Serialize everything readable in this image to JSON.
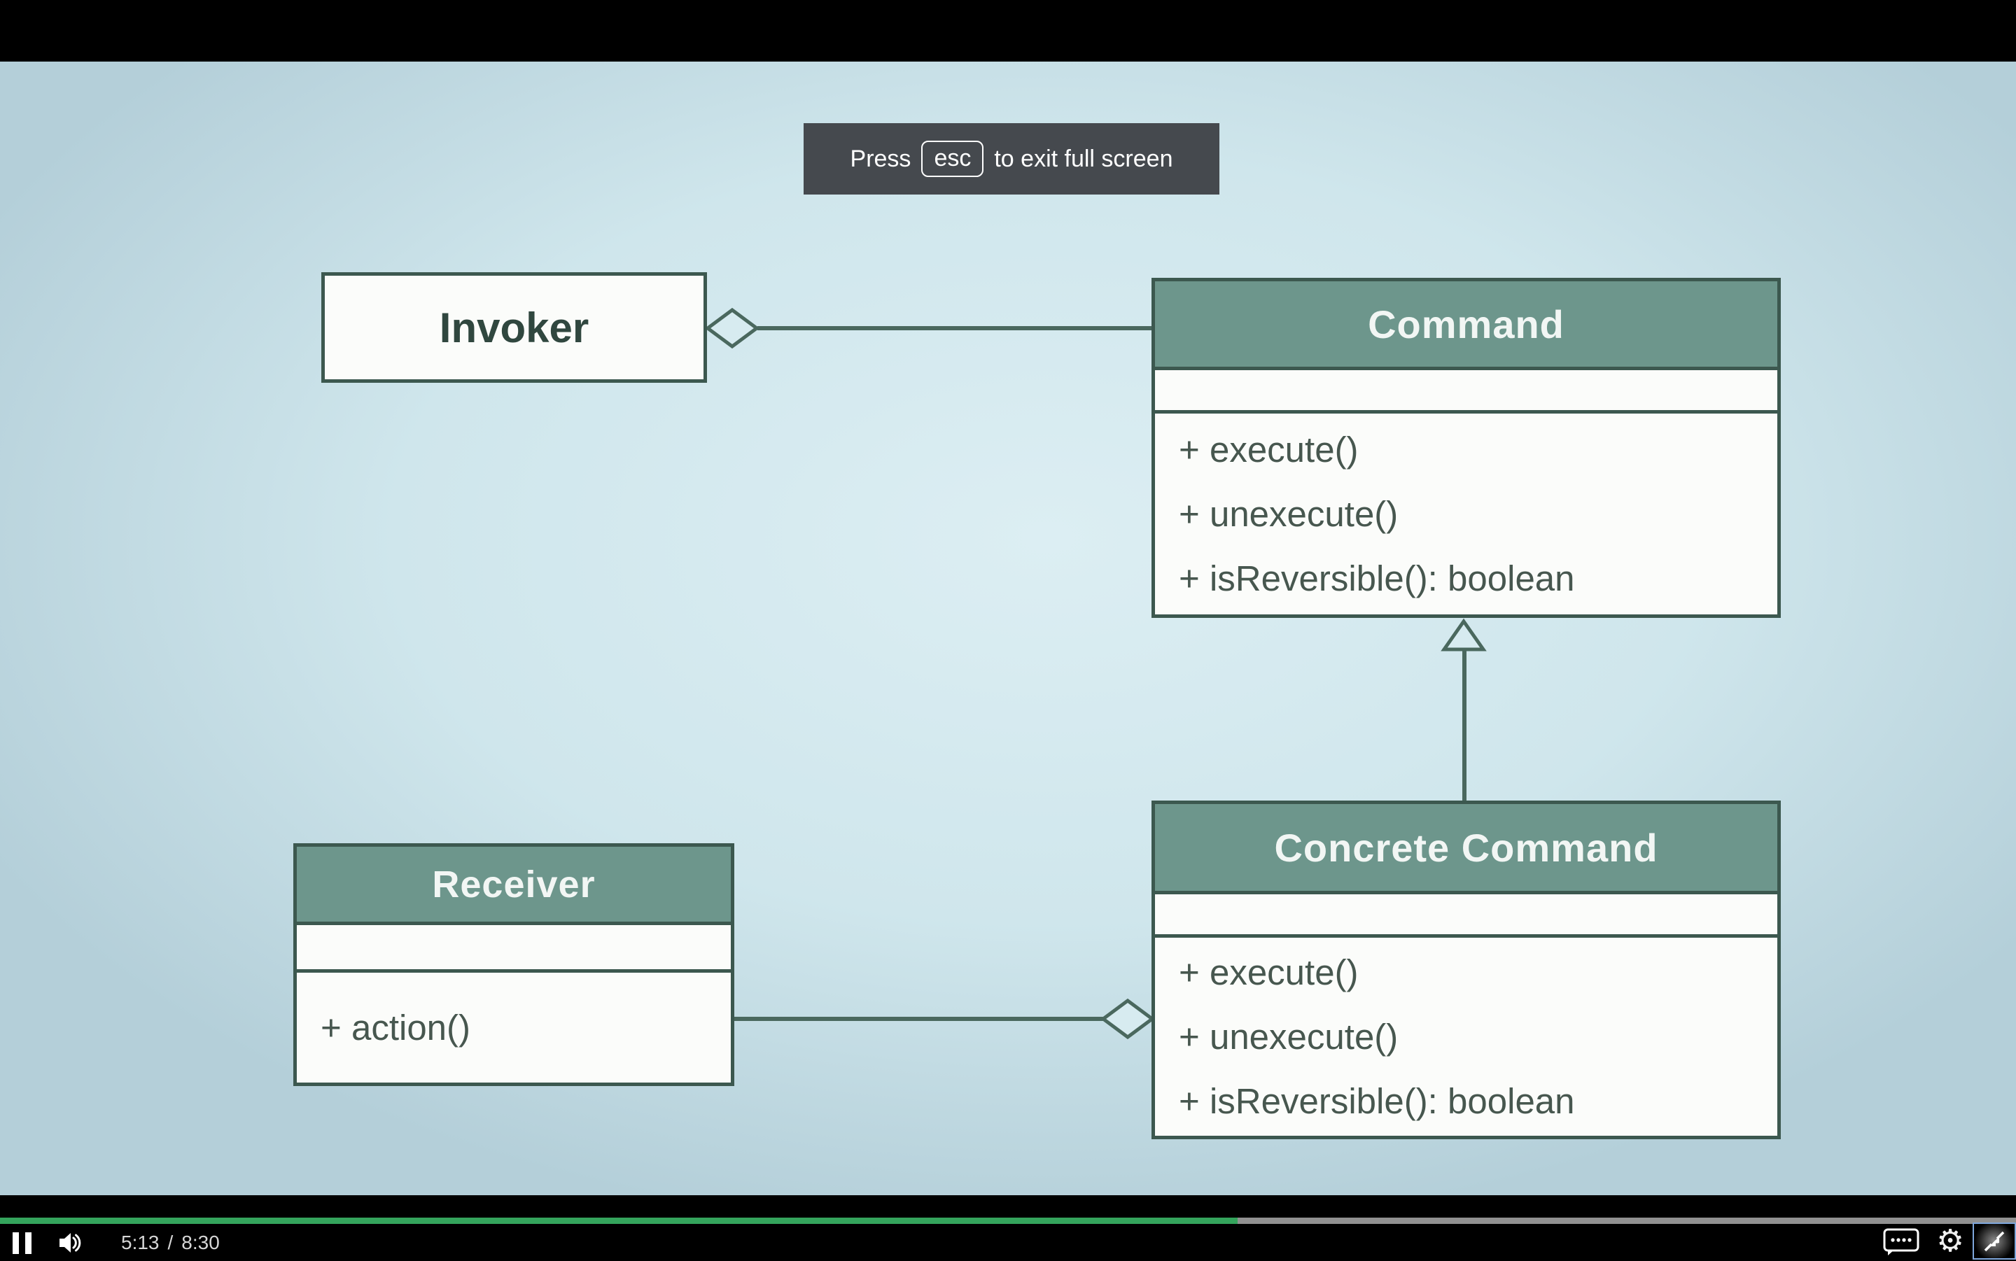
{
  "toast": {
    "prefix": "Press",
    "key": "esc",
    "suffix": "to exit full screen"
  },
  "diagram": {
    "invoker": {
      "title": "Invoker"
    },
    "command": {
      "title": "Command",
      "methods": [
        "+ execute()",
        "+ unexecute()",
        "+ isReversible(): boolean"
      ]
    },
    "concrete_command": {
      "title": "Concrete Command",
      "methods": [
        "+ execute()",
        "+ unexecute()",
        "+ isReversible(): boolean"
      ]
    },
    "receiver": {
      "title": "Receiver",
      "methods": [
        "+ action()"
      ]
    },
    "relationships": [
      {
        "from": "Invoker",
        "to": "Command",
        "type": "aggregation-diamond"
      },
      {
        "from": "Concrete Command",
        "to": "Command",
        "type": "inheritance-triangle"
      },
      {
        "from": "Receiver",
        "to": "Concrete Command",
        "type": "aggregation-diamond"
      }
    ]
  },
  "player": {
    "current_time": "5:13",
    "time_separator": "/",
    "duration": "8:30",
    "progress_percent": 61.4,
    "icons": {
      "left": [
        "pause-icon",
        "volume-icon"
      ],
      "right": [
        "captions-icon",
        "gear-icon",
        "exit-fullscreen-icon"
      ]
    }
  },
  "colors": {
    "header_fill": "#6d968c",
    "box_border": "#3c584f",
    "connector": "#4a685e",
    "toast_bg": "#45494e",
    "progress_played": "#34a45c",
    "progress_remaining": "#919191",
    "focus_ring": "#7fa7dc",
    "video_bg_center": "#dceef3",
    "video_bg_edge": "#b4cfd9"
  }
}
